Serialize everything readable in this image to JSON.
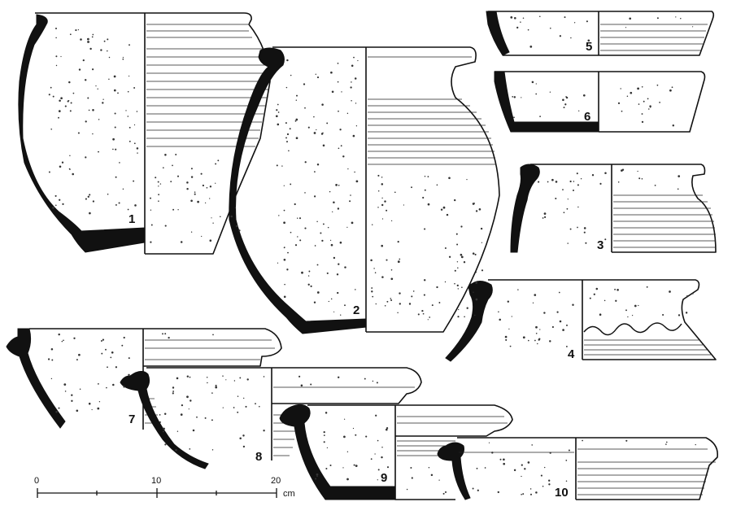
{
  "vessels": [
    {
      "id": "1",
      "label": "1"
    },
    {
      "id": "2",
      "label": "2"
    },
    {
      "id": "3",
      "label": "3"
    },
    {
      "id": "4",
      "label": "4"
    },
    {
      "id": "5",
      "label": "5"
    },
    {
      "id": "6",
      "label": "6"
    },
    {
      "id": "7",
      "label": "7"
    },
    {
      "id": "8",
      "label": "8"
    },
    {
      "id": "9",
      "label": "9"
    },
    {
      "id": "10",
      "label": "10"
    }
  ],
  "scale": {
    "ticks": [
      "0",
      "10",
      "20"
    ],
    "unit": "cm"
  }
}
